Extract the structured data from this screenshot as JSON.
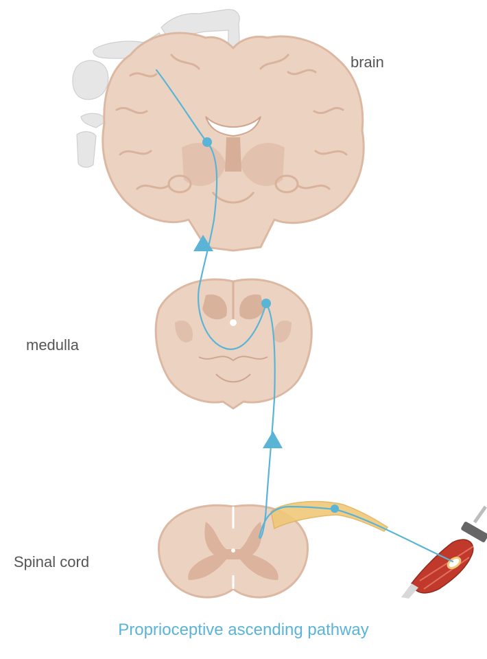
{
  "labels": {
    "brain": "brain",
    "medulla": "medulla",
    "spinal_cord": "Spinal cord"
  },
  "caption": "Proprioceptive ascending pathway",
  "colors": {
    "pathway": "#5ab4d6",
    "tissue": "#ecd2c0",
    "tissue_dark": "#dcb8a2",
    "grey_matter": "#d9b29c",
    "nerve": "#f0c878",
    "muscle": "#c0392b",
    "homunculus": "#e4e4e4"
  },
  "icons": [
    "homunculus-figure",
    "reflex-hammer-icon",
    "muscle-spindle-icon"
  ]
}
